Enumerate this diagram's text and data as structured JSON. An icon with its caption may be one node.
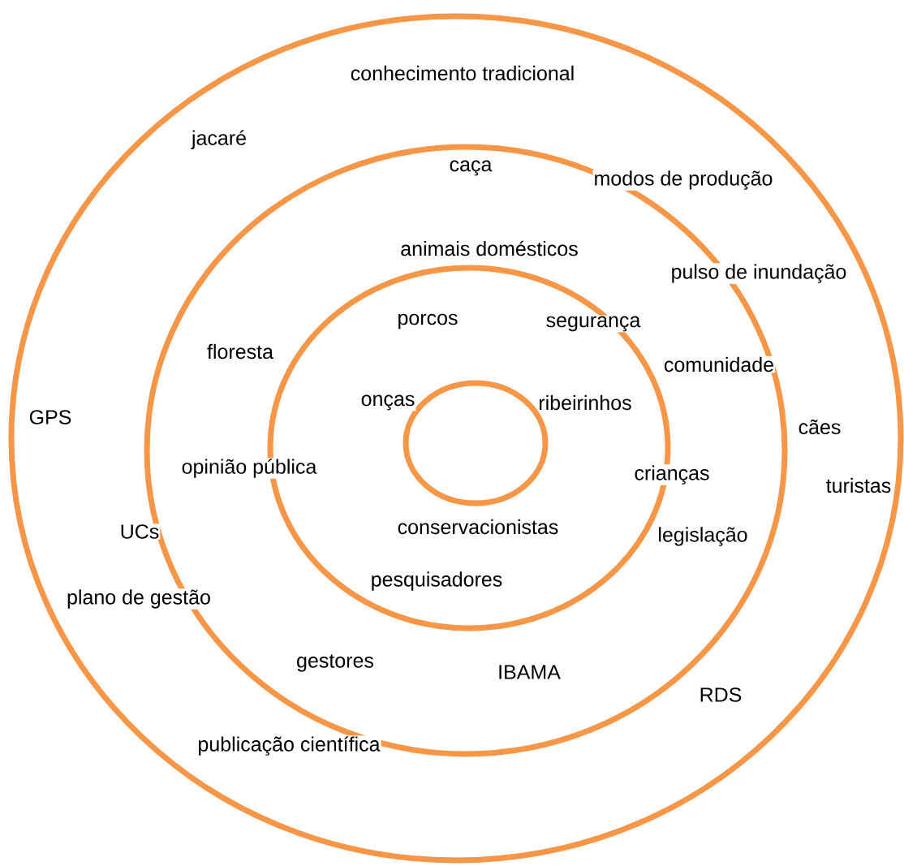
{
  "diagram": {
    "nodes": [
      {
        "text": [],
        "shape": "circle"
      },
      {
        "text": [],
        "shape": "circle",
        "in": 0
      },
      {
        "text": [],
        "shape": "circle",
        "in": 1
      },
      {
        "text": [],
        "shape": "circle",
        "in": 2
      }
    ],
    "labels": [
      "conhecimento tradicional",
      "jacaré",
      "caça",
      "modos de produção",
      "animais domésticos",
      "pulso de inundação",
      "porcos",
      "segurança",
      "floresta",
      "comunidade",
      "GPS",
      "onças",
      "ribeirinhos",
      "cães",
      "opinião pública",
      "crianças",
      "turistas",
      "UCs",
      "conservacionistas",
      "legislação",
      "pesquisadores",
      "plano de gestão",
      "gestores",
      "IBAMA",
      "RDS",
      "publicação científica"
    ]
  }
}
